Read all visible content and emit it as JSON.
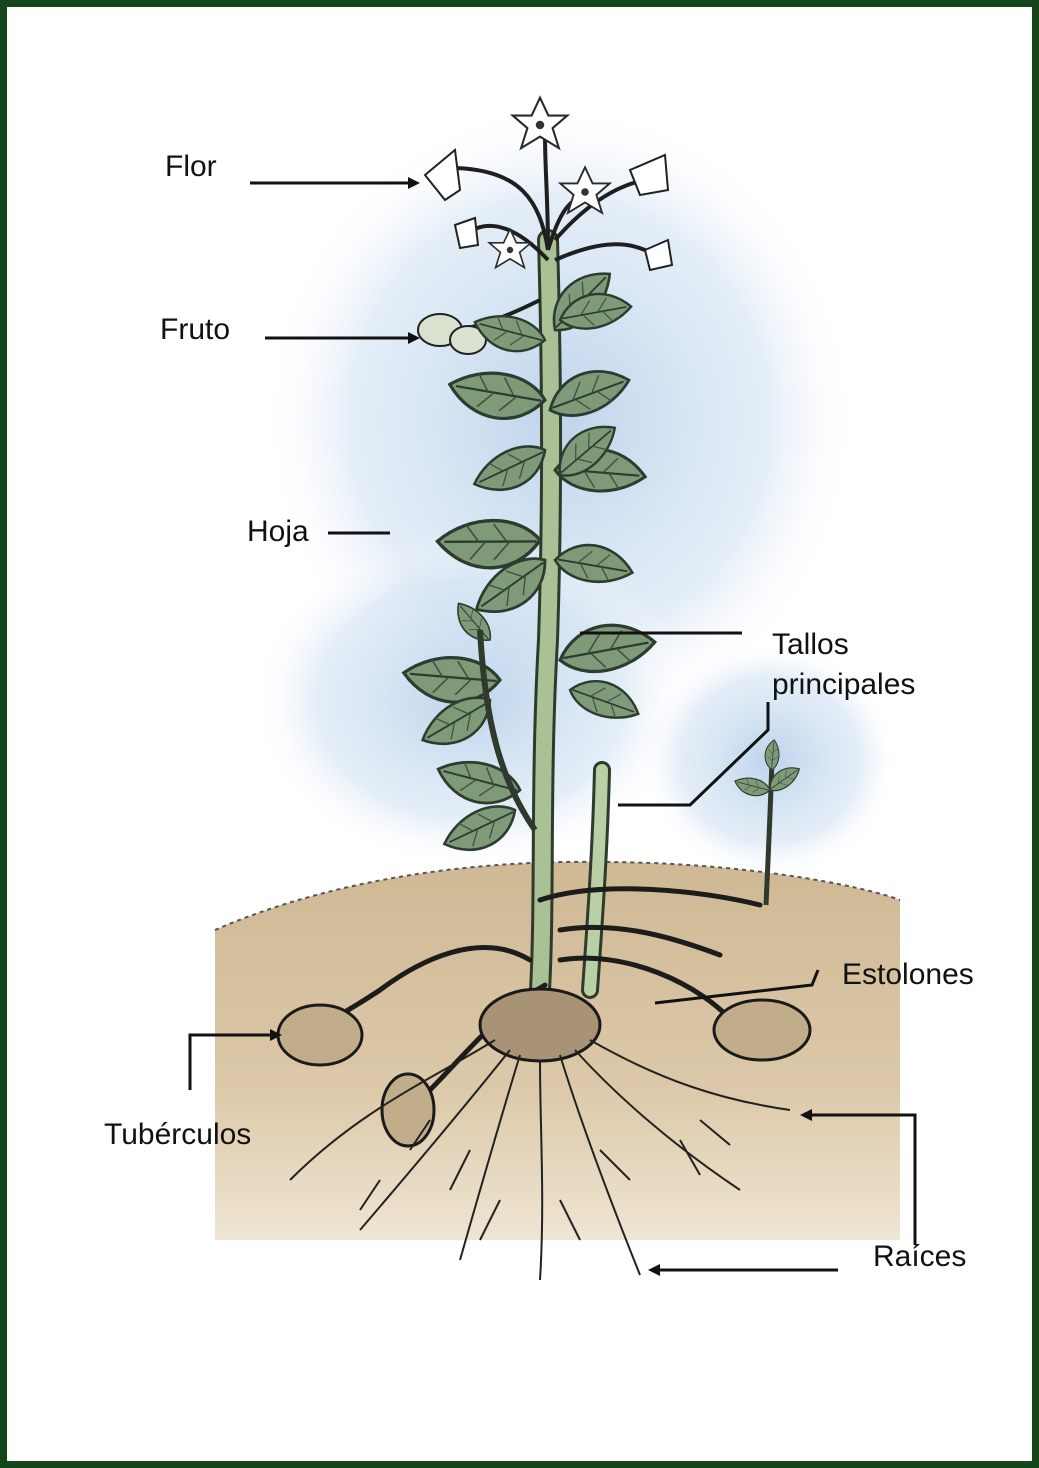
{
  "diagram": {
    "labels": {
      "flor": "Flor",
      "fruto": "Fruto",
      "hoja": "Hoja",
      "tallos": "Tallos principales",
      "estolones": "Estolones",
      "tuberculos": "Tubérculos",
      "raices": "Raíces"
    },
    "colors": {
      "frame": "#14461a",
      "soil": "#d9c5a4",
      "soil_dark": "#c7ad86",
      "sky": "#c9dcef",
      "leaf": "#7f9a78",
      "leaf_dark": "#4e6650",
      "stem": "#a9c195",
      "tuber": "#c2ad8a",
      "ink": "#1a1a1a"
    }
  }
}
